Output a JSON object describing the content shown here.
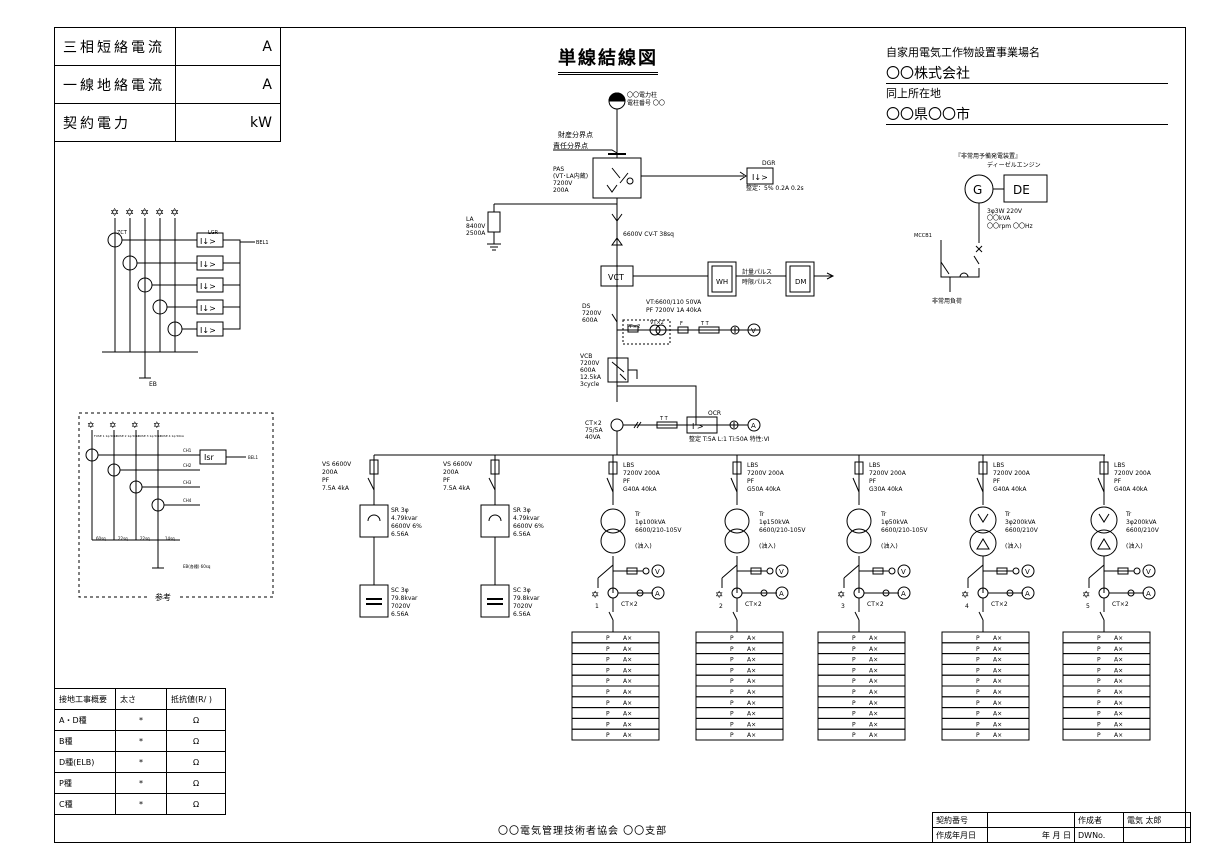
{
  "header_table": [
    {
      "label": "三相短絡電流",
      "unit": "A"
    },
    {
      "label": "一線地絡電流",
      "unit": "A"
    },
    {
      "label": "契約電力",
      "unit": "kW"
    }
  ],
  "title": "単線結線図",
  "site": {
    "caption": "自家用電気工作物設置事業場名",
    "name": "〇〇株式会社",
    "addr_caption": "同上所在地",
    "addr": "〇〇県〇〇市"
  },
  "incoming": {
    "pole": "〇〇電力柱",
    "pole_no": "電柱番号 〇〇",
    "asset_point": "財産分界点",
    "resp_point": "責任分界点",
    "pas": "PAS",
    "pas_spec": [
      "(VT･LA内蔵)",
      "7200V",
      "200A"
    ],
    "dgr": "DGR",
    "dgr_setting": "整定：5% 0.2A 0.2s",
    "la": "LA",
    "la_spec": [
      "8400V",
      "2500A"
    ],
    "cable": "6600V CV-T 38sq",
    "vct": "VCT",
    "wh": "WH",
    "dm": "DM",
    "pulse1": "計量パルス",
    "pulse2": "時限パルス",
    "ds": "DS",
    "ds_spec": [
      "7200V",
      "600A"
    ],
    "vt_spec": [
      "VT:6600/110 50VA",
      "PF 7200V 1A 40kA"
    ],
    "vt_label": "VT×2",
    "pf_label": "PF×2",
    "f_label": "F",
    "tt_label": "T T",
    "v_label": "V",
    "a_label": "A",
    "vcb": "VCB",
    "vcb_spec": [
      "7200V",
      "600A",
      "12.5kA",
      "3cycle"
    ],
    "ct": "CT×2",
    "ct_spec": [
      "75/5A",
      "40VA"
    ],
    "ocr": "OCR",
    "ocr_setting": "整定 T:5A L:1 Ti:50A 特性:VI",
    "relay_i": "I >"
  },
  "gen": {
    "caption": "『非常用予備発電装置』",
    "engine": "ディーゼルエンジン",
    "g": "G",
    "de": "DE",
    "spec": [
      "3φ3W 220V",
      "〇〇kVA",
      "〇〇rpm  〇〇Hz"
    ],
    "sw": "MCCB1",
    "load": "非常用負荷"
  },
  "elcb": {
    "zct": "ZCT",
    "lgr": "LGR",
    "eb": "EB",
    "to": "BEL1",
    "relay": "I↓>"
  },
  "ref": {
    "label": "参考",
    "isr": "Isr",
    "to": "BEL1",
    "ch": [
      "CH1",
      "CH2",
      "CH3",
      "CH4"
    ],
    "sizes": [
      "60sq",
      "22sq",
      "22sq",
      "14sq"
    ],
    "eb": "EB(各種) 60sq",
    "tops": [
      "FUSE 1 1φ 50kA",
      "FUSE 2 1φ 50kA",
      "FUSE 3 1φ 50kA",
      "FUSE 4 1φ 50kA"
    ]
  },
  "vs_feeders": [
    {
      "vs": "VS 6600V",
      "vs_spec": [
        "200A",
        "PF",
        "7.5A 4kA"
      ],
      "sr": "SR 3φ",
      "sr_spec": [
        "4.79kvar",
        "6600V 6%",
        "6.56A"
      ],
      "sc": "SC 3φ",
      "sc_spec": [
        "79.8kvar",
        "7020V",
        "6.56A"
      ]
    },
    {
      "vs": "VS 6600V",
      "vs_spec": [
        "200A",
        "PF",
        "7.5A 4kA"
      ],
      "sr": "SR 3φ",
      "sr_spec": [
        "4.79kvar",
        "6600V 6%",
        "6.56A"
      ],
      "sc": "SC 3φ",
      "sc_spec": [
        "79.8kvar",
        "7020V",
        "6.56A"
      ]
    }
  ],
  "tr_feeders": [
    {
      "no": "1",
      "lbs": "LBS",
      "lbs_spec": [
        "7200V 200A",
        "PF",
        "G40A  40kA"
      ],
      "tr": "Tr",
      "tr_spec": [
        "1φ100kVA",
        "6600/210-105V"
      ],
      "note": "(油入)",
      "ct": "CT×2"
    },
    {
      "no": "2",
      "lbs": "LBS",
      "lbs_spec": [
        "7200V 200A",
        "PF",
        "G50A  40kA"
      ],
      "tr": "Tr",
      "tr_spec": [
        "1φ150kVA",
        "6600/210-105V"
      ],
      "note": "(油入)",
      "ct": "CT×2"
    },
    {
      "no": "3",
      "lbs": "LBS",
      "lbs_spec": [
        "7200V 200A",
        "PF",
        "G30A  40kA"
      ],
      "tr": "Tr",
      "tr_spec": [
        "1φ50kVA",
        "6600/210-105V"
      ],
      "note": "(油入)",
      "ct": "CT×2"
    },
    {
      "no": "4",
      "lbs": "LBS",
      "lbs_spec": [
        "7200V 200A",
        "PF",
        "G40A  40kA"
      ],
      "tr": "Tr",
      "tr_spec": [
        "3φ200kVA",
        "6600/210V"
      ],
      "note": "(油入)",
      "ct": "CT×2"
    },
    {
      "no": "5",
      "lbs": "LBS",
      "lbs_spec": [
        "7200V 200A",
        "PF",
        "G40A  40kA"
      ],
      "tr": "Tr",
      "tr_spec": [
        "3φ200kVA",
        "6600/210V"
      ],
      "note": "(油入)",
      "ct": "CT×2"
    }
  ],
  "panel_row": {
    "p": "P",
    "a": "A×"
  },
  "ground_table": {
    "headers": [
      "接地工事概要",
      "太さ",
      "抵抗値(R/ )"
    ],
    "rows": [
      {
        "type": "A・D種",
        "size": "*",
        "res": "Ω"
      },
      {
        "type": "B種",
        "size": "*",
        "res": "Ω"
      },
      {
        "type": "D種(ELB)",
        "size": "*",
        "res": "Ω"
      },
      {
        "type": "P種",
        "size": "*",
        "res": "Ω"
      },
      {
        "type": "C種",
        "size": "*",
        "res": "Ω"
      }
    ]
  },
  "footer": "〇〇電気管理技術者協会  〇〇支部",
  "title_block": {
    "contract_no": "契約番号",
    "author_caption": "作成者",
    "author": "電気  太郎",
    "date_caption": "作成年月日",
    "date": "年   月   日",
    "dwg": "DWNo."
  }
}
